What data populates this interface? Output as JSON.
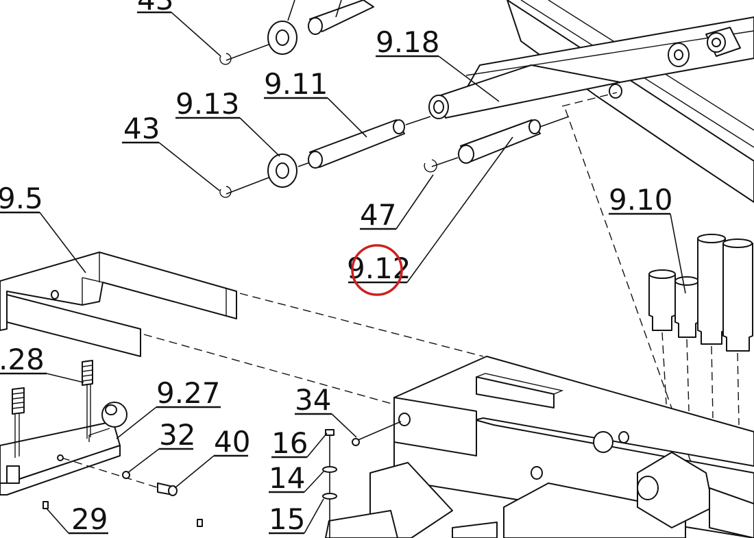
{
  "labels": {
    "l43_top": "43",
    "l9_18": "9.18",
    "l9_11": "9.11",
    "l9_13": "9.13",
    "l43": "43",
    "l47": "47",
    "l9_12": "9.12",
    "l9_5": "9.5",
    "l9_10": "9.10",
    "l28": ".28",
    "l9_27": "9.27",
    "l34": "34",
    "l32": "32",
    "l40": "40",
    "l16": "16",
    "l14": "14",
    "l15": "15",
    "l29": "29"
  },
  "highlight": {
    "target": "9.12",
    "color": "#cc2020"
  }
}
